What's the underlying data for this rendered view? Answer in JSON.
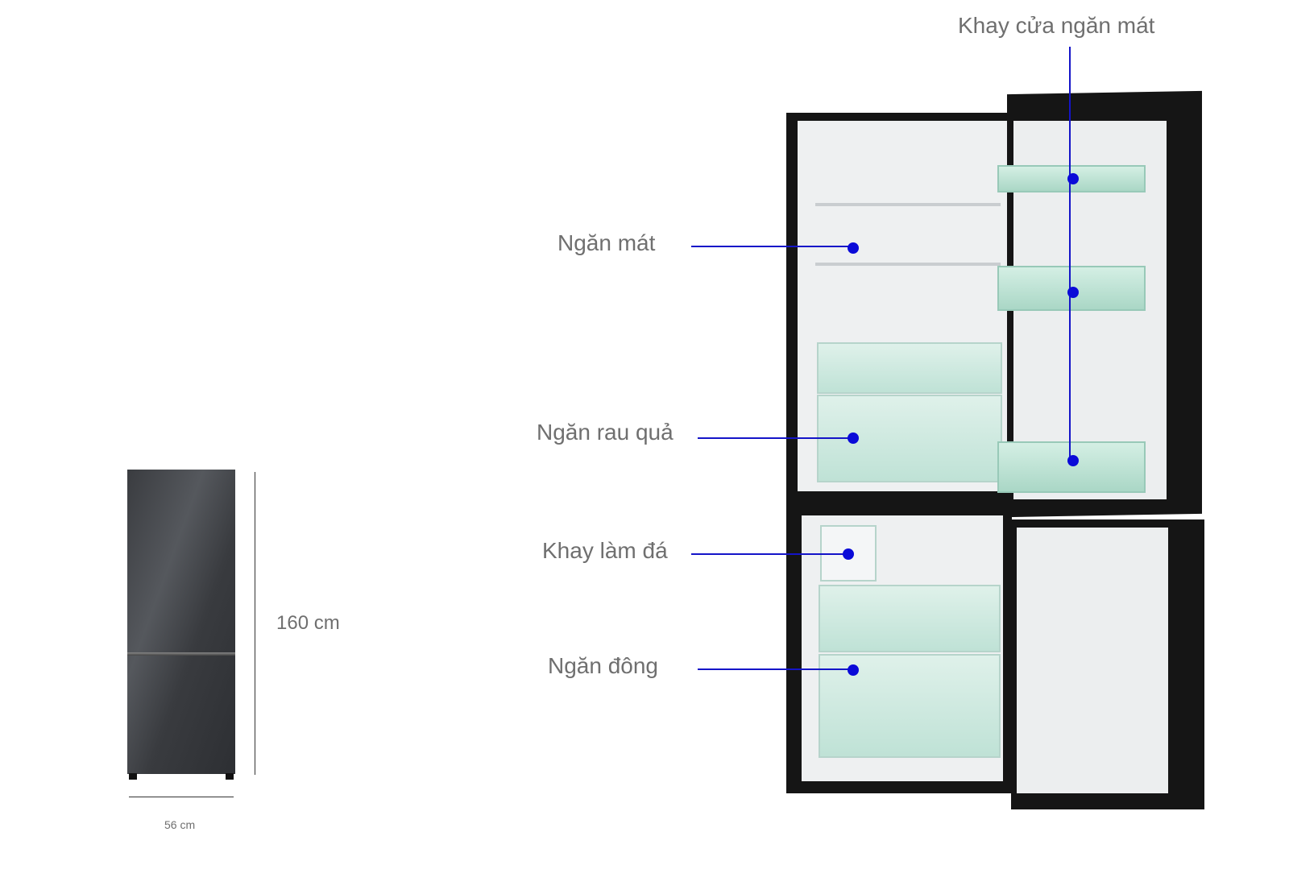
{
  "dimensions": {
    "height": "160 cm",
    "width": "56 cm"
  },
  "callouts": {
    "door_shelves": "Khay cửa ngăn mát",
    "fridge_compartment": "Ngăn mát",
    "crisper": "Ngăn rau quả",
    "ice_tray": "Khay làm đá",
    "freezer": "Ngăn đông"
  },
  "colors": {
    "callout_line": "#1414c8",
    "label_text": "#6f6f6f"
  }
}
